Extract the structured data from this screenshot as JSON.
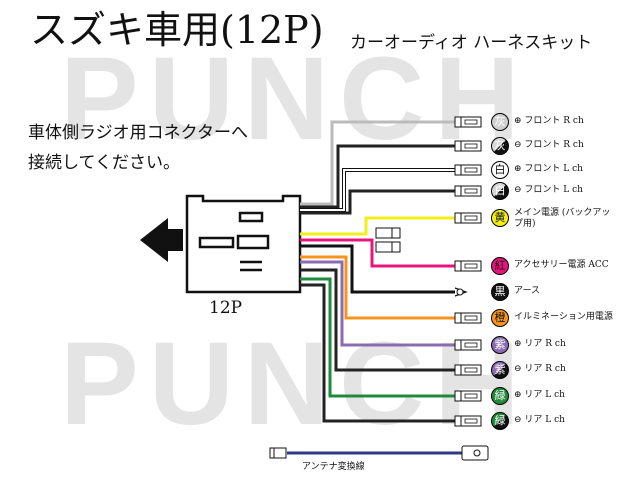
{
  "watermark": {
    "text": "PUNCH"
  },
  "header": {
    "title": "スズキ車用(12P)",
    "subtitle": "カーオーディオ ハーネスキット"
  },
  "instruction": {
    "line1": "車体側ラジオ用コネクターへ",
    "line2": "接続してください。"
  },
  "connector": {
    "label": "12P"
  },
  "wires": [
    {
      "badge": "灰",
      "badge_sub": "",
      "label": "⊕ フロント R ch",
      "color": "#bbbbbb",
      "badge_bg": "#cfcfcf",
      "badge_fg": "#ffffff"
    },
    {
      "badge": "灰",
      "badge_sub": "黒",
      "label": "⊖ フロント R ch",
      "color": "#222222",
      "badge_bg": "split",
      "badge_fg": "#ffffff"
    },
    {
      "badge": "白",
      "badge_sub": "",
      "label": "⊕ フロント L ch",
      "color": "#ffffff",
      "badge_bg": "#ffffff",
      "badge_fg": "#111111"
    },
    {
      "badge": "白",
      "badge_sub": "黒",
      "label": "⊖ フロント L ch",
      "color": "#222222",
      "badge_bg": "split",
      "badge_fg": "#ffffff"
    },
    {
      "badge": "黄",
      "badge_sub": "",
      "label": "メイン電源 (バックアップ用)",
      "color": "#f2ee1a",
      "badge_bg": "#f2ee1a",
      "badge_fg": "#111111"
    },
    {
      "badge": "紅",
      "badge_sub": "",
      "label": "アクセサリー電源 ACC",
      "color": "#e8157c",
      "badge_bg": "#e8157c",
      "badge_fg": "#111111"
    },
    {
      "badge": "黒",
      "badge_sub": "",
      "label": "アース",
      "color": "#111111",
      "badge_bg": "#111111",
      "badge_fg": "#ffffff"
    },
    {
      "badge": "橙",
      "badge_sub": "",
      "label": "イルミネーション用電源",
      "color": "#f7941d",
      "badge_bg": "#f7941d",
      "badge_fg": "#111111"
    },
    {
      "badge": "紫",
      "badge_sub": "",
      "label": "⊕ リア R ch",
      "color": "#8b6cb0",
      "badge_bg": "#8b6cb0",
      "badge_fg": "#ffffff"
    },
    {
      "badge": "紫",
      "badge_sub": "黒",
      "label": "⊖ リア R ch",
      "color": "#222222",
      "badge_bg": "split-purple",
      "badge_fg": "#ffffff"
    },
    {
      "badge": "緑",
      "badge_sub": "",
      "label": "⊕ リア L ch",
      "color": "#1f8a3a",
      "badge_bg": "#1f8a3a",
      "badge_fg": "#ffffff"
    },
    {
      "badge": "緑",
      "badge_sub": "黒",
      "label": "⊖ リア L ch",
      "color": "#222222",
      "badge_bg": "split-green",
      "badge_fg": "#ffffff"
    }
  ],
  "antenna": {
    "label": "アンテナ変換線",
    "color": "#2d3a8c"
  }
}
